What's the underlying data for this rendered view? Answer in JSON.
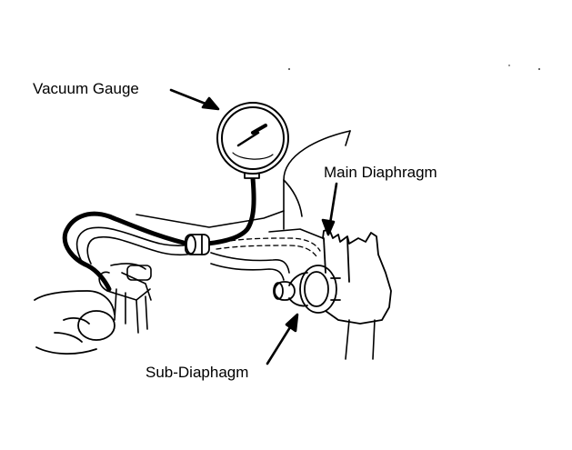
{
  "labels": {
    "vacuum_gauge": "Vacuum Gauge",
    "main_diaphragm": "Main Diaphragm",
    "sub_diaphragm": "Sub-Diaphagm"
  },
  "colors": {
    "ink": "#000000",
    "paper": "#ffffff"
  }
}
